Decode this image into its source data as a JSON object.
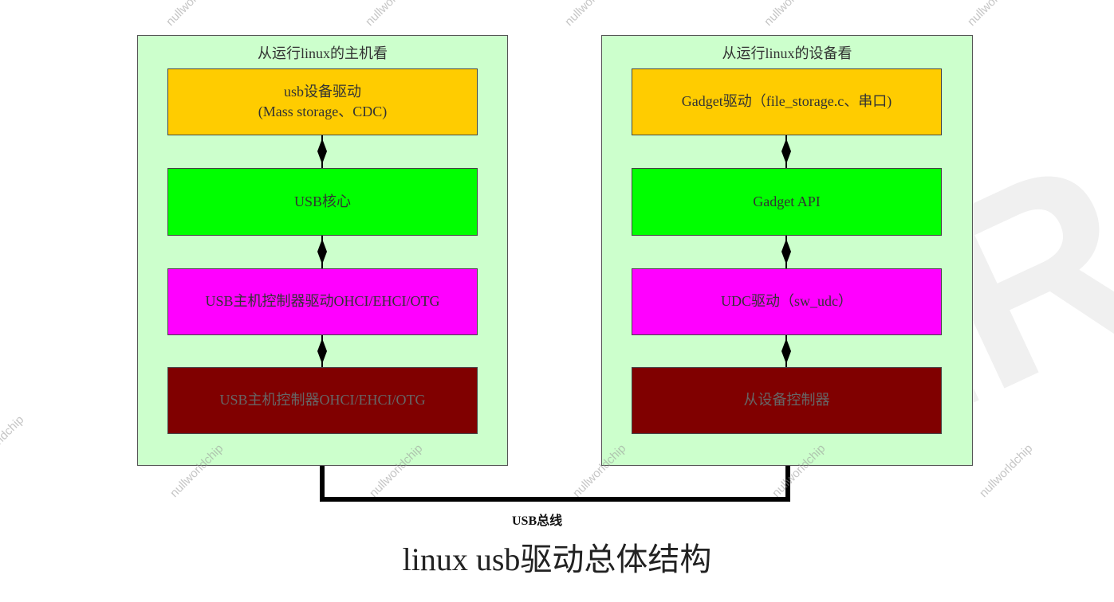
{
  "left_panel": {
    "title": "从运行linux的主机看",
    "boxes": [
      {
        "line1": "usb设备驱动",
        "line2": "(Mass storage、CDC)"
      },
      {
        "line1": "USB核心"
      },
      {
        "line1": "USB主机控制器驱动OHCI/EHCI/OTG"
      },
      {
        "line1": "USB主机控制器OHCI/EHCI/OTG"
      }
    ]
  },
  "right_panel": {
    "title": "从运行linux的设备看",
    "boxes": [
      {
        "line1": "Gadget驱动（file_storage.c、串口)"
      },
      {
        "line1": "Gadget API"
      },
      {
        "line1": "UDC驱动（sw_udc）"
      },
      {
        "line1": "从设备控制器"
      }
    ]
  },
  "bus_label": "USB总线",
  "caption": "linux usb驱动总体结构",
  "watermark": {
    "text": "nullworldchip",
    "logo_text": "ER"
  },
  "colors": {
    "panel_bg": "#ccffcc",
    "layer1": "#ffcc00",
    "layer2": "#00ff00",
    "layer3": "#ff00ff",
    "layer4": "#800000"
  }
}
